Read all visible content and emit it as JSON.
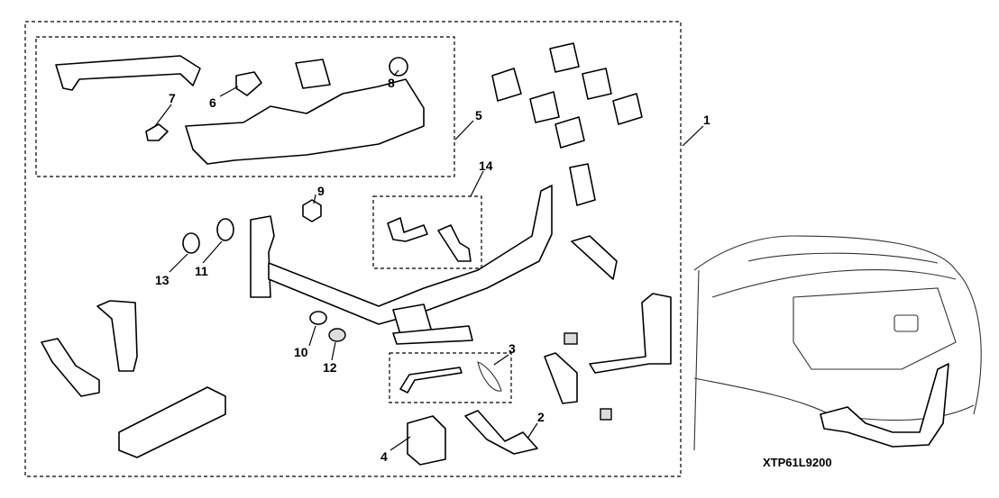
{
  "diagram": {
    "code": "XTP61L9200",
    "callouts": [
      {
        "id": "1",
        "label": "1"
      },
      {
        "id": "2",
        "label": "2"
      },
      {
        "id": "3",
        "label": "3"
      },
      {
        "id": "4",
        "label": "4"
      },
      {
        "id": "5",
        "label": "5"
      },
      {
        "id": "6",
        "label": "6"
      },
      {
        "id": "7",
        "label": "7"
      },
      {
        "id": "8",
        "label": "8"
      },
      {
        "id": "9",
        "label": "9"
      },
      {
        "id": "10",
        "label": "10"
      },
      {
        "id": "11",
        "label": "11"
      },
      {
        "id": "12",
        "label": "12"
      },
      {
        "id": "13",
        "label": "13"
      },
      {
        "id": "14",
        "label": "14"
      }
    ]
  }
}
